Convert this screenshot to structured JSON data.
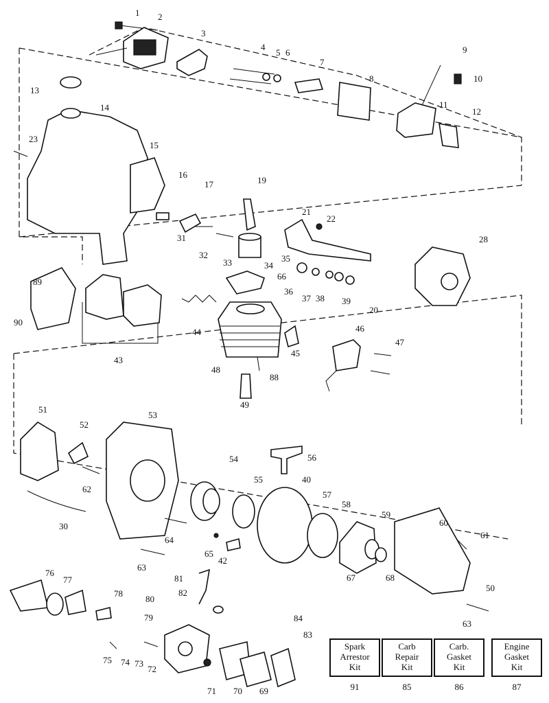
{
  "labels": [
    "1",
    "2",
    "3",
    "4",
    "5",
    "6",
    "7",
    "8",
    "9",
    "10",
    "11",
    "12",
    "13",
    "14",
    "15",
    "16",
    "17",
    "19",
    "20",
    "21",
    "22",
    "23",
    "28",
    "30",
    "31",
    "32",
    "33",
    "34",
    "35",
    "36",
    "37",
    "38",
    "39",
    "40",
    "42",
    "43",
    "44",
    "45",
    "46",
    "47",
    "48",
    "49",
    "50",
    "51",
    "52",
    "53",
    "54",
    "55",
    "56",
    "57",
    "58",
    "59",
    "60",
    "61",
    "62",
    "63",
    "63",
    "64",
    "65",
    "66",
    "67",
    "68",
    "69",
    "70",
    "71",
    "72",
    "73",
    "74",
    "75",
    "76",
    "77",
    "78",
    "79",
    "80",
    "81",
    "82",
    "83",
    "84",
    "88",
    "89",
    "90"
  ],
  "kits": [
    {
      "title": "Spark Arrestor Kit",
      "lines": [
        "Spark",
        "Arrestor",
        "Kit"
      ],
      "number": "91"
    },
    {
      "title": "Carb Repair Kit",
      "lines": [
        "Carb",
        "Repair",
        "Kit"
      ],
      "number": "85"
    },
    {
      "title": "Carb. Gasket Kit",
      "lines": [
        "Carb.",
        "Gasket",
        "Kit"
      ],
      "number": "86"
    },
    {
      "title": "Engine Gasket Kit",
      "lines": [
        "Engine",
        "Gasket",
        "Kit"
      ],
      "number": "87"
    }
  ]
}
